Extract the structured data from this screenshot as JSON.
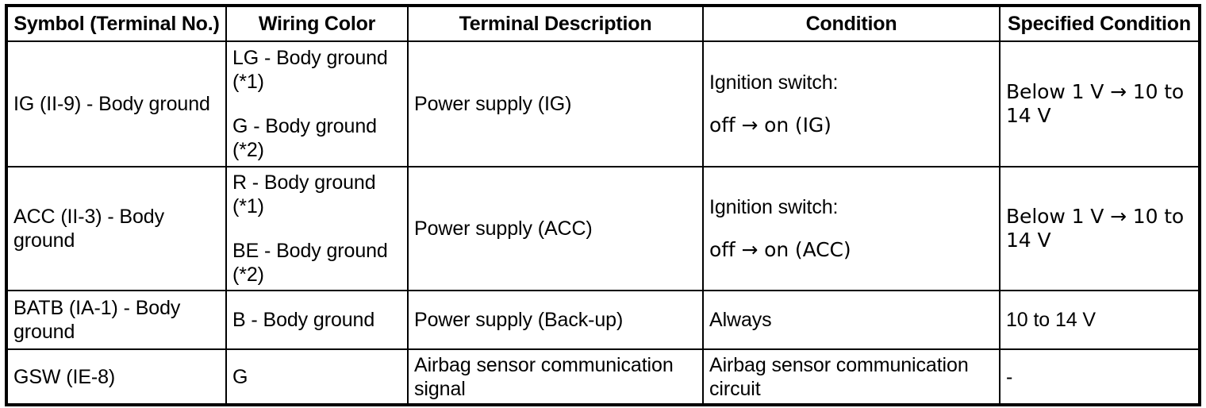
{
  "table": {
    "headers": [
      "Symbol (Terminal No.)",
      "Wiring Color",
      "Terminal Description",
      "Condition",
      "Specified Condition"
    ],
    "rows": [
      {
        "symbol": "IG (II-9) - Body ground",
        "wiring_color_1": "LG - Body ground (*1)",
        "wiring_color_2": "G - Body ground (*2)",
        "description": "Power supply (IG)",
        "condition_line_1": "Ignition switch:",
        "condition_line_2": "off → on (IG)",
        "specified_condition": "Below 1 V → 10 to 14 V"
      },
      {
        "symbol": "ACC (II-3) - Body ground",
        "wiring_color_1": "R - Body ground (*1)",
        "wiring_color_2": "BE - Body ground (*2)",
        "description": "Power supply (ACC)",
        "condition_line_1": "Ignition switch:",
        "condition_line_2": "off → on (ACC)",
        "specified_condition": "Below 1 V → 10 to 14 V"
      },
      {
        "symbol": "BATB (IA-1) - Body ground",
        "wiring_color_1": "B - Body ground",
        "description": "Power supply (Back-up)",
        "condition_line_1": "Always",
        "specified_condition": "10 to 14 V"
      },
      {
        "symbol": "GSW (IE-8)",
        "wiring_color_1": "G",
        "description": "Airbag sensor communication signal",
        "condition_line_1": "Airbag sensor communication circuit",
        "specified_condition": "-"
      }
    ]
  },
  "colors": {
    "border": "#000000",
    "text": "#000000",
    "background": "#ffffff"
  }
}
